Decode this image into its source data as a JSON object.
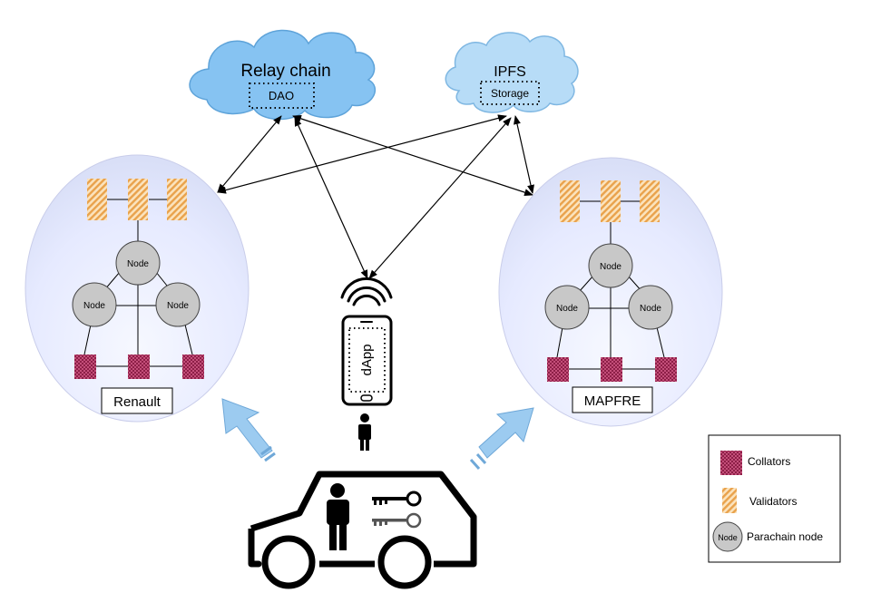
{
  "relay_chain": {
    "title": "Relay chain",
    "inner": "DAO"
  },
  "ipfs": {
    "title": "IPFS",
    "inner": "Storage"
  },
  "renault": {
    "name": "Renault",
    "nodes": [
      "Node",
      "Node",
      "Node"
    ]
  },
  "mapfre": {
    "name": "MAPFRE",
    "nodes": [
      "Node",
      "Node",
      "Node"
    ]
  },
  "phone": {
    "label": "dApp"
  },
  "legend": {
    "items": [
      {
        "icon": "collator-icon",
        "label": "Collators"
      },
      {
        "icon": "validator-icon",
        "label": "Validators"
      },
      {
        "icon": "node-icon",
        "label": "Parachain node",
        "icon_text": "Node"
      }
    ]
  },
  "colors": {
    "cloud": "#85c1f0",
    "cloud_edge": "#5fa6d8",
    "collator": "#a3305a",
    "validator": "#f5b36b",
    "node": "#c8c8c8",
    "arrow_big": "#9ccbf0"
  }
}
